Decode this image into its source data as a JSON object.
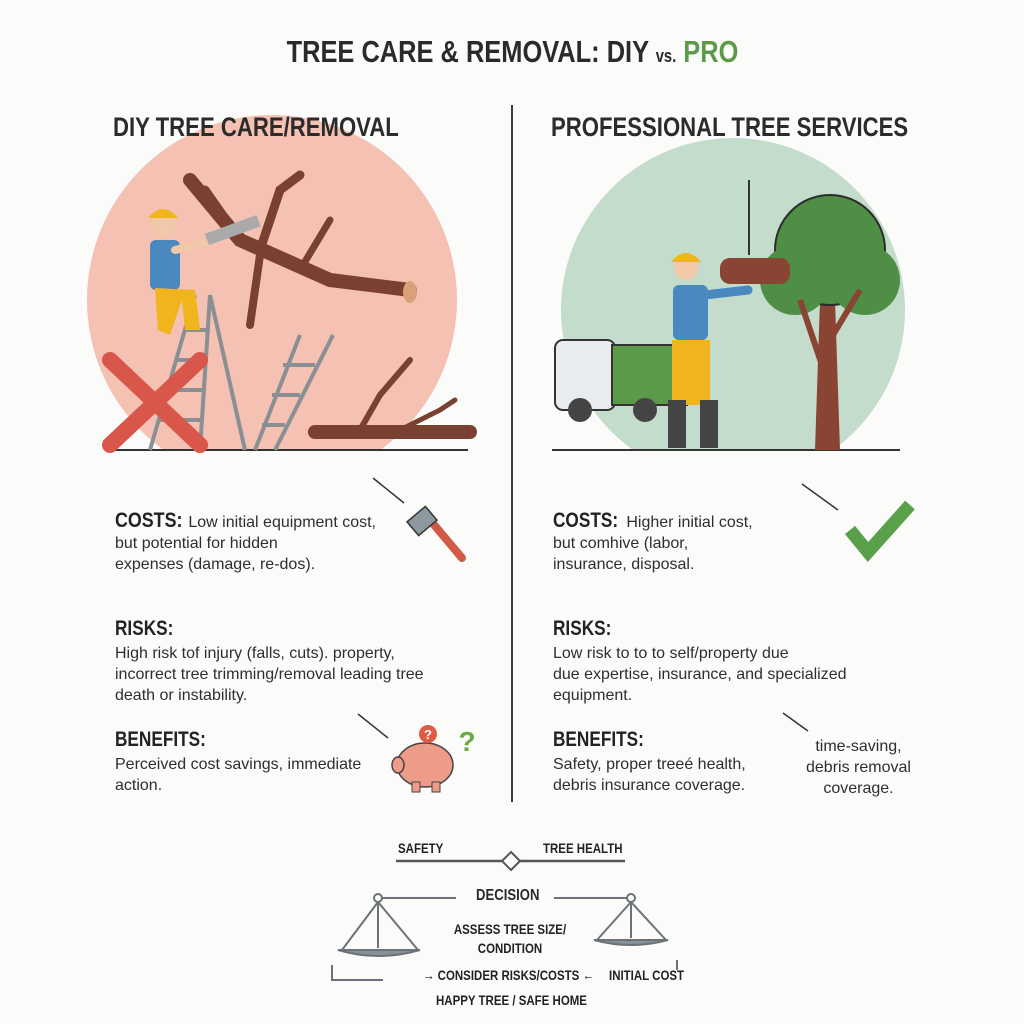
{
  "title": {
    "main": "TREE CARE & REMOVAL: DIY",
    "vs": "vs.",
    "pro": "PRO"
  },
  "colors": {
    "pro_green": "#5a9a48",
    "diy_circle": "#f4c1b3",
    "pro_circle": "#c3dccb",
    "cross_red": "#d9574a",
    "check_green": "#5aa04a"
  },
  "diy": {
    "heading": "DIY TREE CARE/REMOVAL",
    "costs_label": "COSTS:",
    "costs_first": "Low initial equipment cost,",
    "costs_rest": "but potential for hidden\nexpenses (damage, re-dos).",
    "risks_label": "RISKS:",
    "risks_text": "High risk tof injury (falls, cuts). property,\nincorrect tree trimming/removal leading tree\ndeath or instability.",
    "benefits_label": "BENEFITS:",
    "benefits_text": "Perceived cost savings, immediate\naction.",
    "icons": [
      "ladder-worker-illustration",
      "cross-icon",
      "hammer-icon",
      "piggy-bank-icon",
      "question-mark-icon"
    ]
  },
  "pro": {
    "heading": "PROFESSIONAL TREE SERVICES",
    "costs_label": "COSTS:",
    "costs_first": "Higher initial cost,",
    "costs_rest": "but comhive (labor,\ninsurance, disposal.",
    "risks_label": "RISKS:",
    "risks_text": "Low risk to to to self/property due\ndue expertise, insurance, and specialized\nequipment.",
    "benefits_label": "BENEFITS:",
    "benefits_text": "Safety, proper treeé health,\ndebris insurance coverage.",
    "side_note": "time-saving,\ndebris removal\ncoverage.",
    "icons": [
      "truck-worker-illustration",
      "check-icon"
    ]
  },
  "decision": {
    "safety": "SAFETY",
    "tree_health": "TREE HEALTH",
    "decision": "DECISION",
    "assess": "ASSESS TREE SIZE/\nCONDITION",
    "consider": "CONSIDER RISKS/COSTS",
    "initial_cost": "INITIAL COST",
    "outcome": "HAPPY TREE / SAFE HOME"
  }
}
